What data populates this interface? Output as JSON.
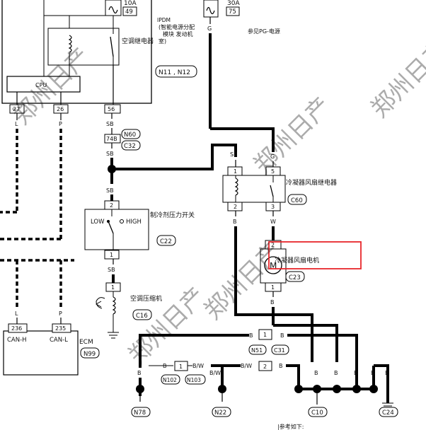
{
  "fuse_10a": {
    "rating": "10A",
    "number": "49"
  },
  "fuse_30a": {
    "rating": "30A",
    "number": "75"
  },
  "ipdm": {
    "line1": "IPDM",
    "line2": "(智能电源分配",
    "line3": "模块    发动机",
    "line4": "室)"
  },
  "ac_relay_label": "空调继电器",
  "ipdm_connectors": "N11 , N12",
  "cpu_label": "CPU",
  "pg_label": "参见PG-电源",
  "pins": {
    "p27": "27",
    "p26": "26",
    "p56": "56",
    "p74b": "74B",
    "p1a": "1",
    "p2a": "2",
    "p5": "5",
    "p3": "3",
    "p1b": "1",
    "p2b": "2",
    "p1c": "1",
    "p2c": "2"
  },
  "wire_colors": {
    "L": "L",
    "P": "P",
    "SB": "SB",
    "G": "G",
    "B": "B",
    "W": "W",
    "BW": "B/W"
  },
  "connectors": {
    "N60": "N60",
    "C32": "C32",
    "C60": "C60",
    "C22": "C22",
    "C23": "C23",
    "C16": "C16",
    "N99": "N99",
    "N51": "N51",
    "C31": "C31",
    "N102": "N102",
    "N103": "N103",
    "N78": "N78",
    "N22": "N22",
    "C10": "C10",
    "C24": "C24"
  },
  "fan_relay_label": "冷凝器风扇继电器",
  "pressure_switch_label": "制冷剂压力开关",
  "switch_low": "LOW",
  "switch_high": "HIGH",
  "fan_motor_label": "冷凝器风扇电机",
  "motor_symbol": "M",
  "compressor_label": "空调压缩机",
  "ecm": {
    "pin236": "236",
    "pin235": "235",
    "can_h": "CAN-H",
    "can_l": "CAN-L",
    "label": "ECM"
  },
  "watermark": "郑州日产",
  "bottom_note": "|参考如下:",
  "highlight_color": "#e8262b"
}
